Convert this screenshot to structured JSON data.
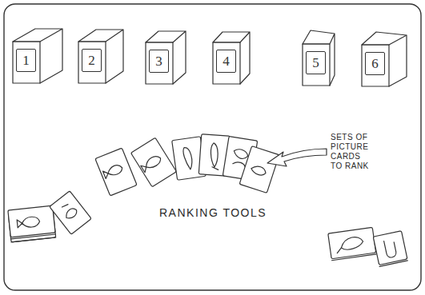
{
  "diagram": {
    "caption": "RANKING TOOLS",
    "nodes": [
      {
        "text": [
          "1"
        ]
      },
      {
        "text": [
          "2"
        ]
      },
      {
        "text": [
          "3"
        ]
      },
      {
        "text": [
          "4"
        ]
      },
      {
        "text": [
          "5"
        ]
      },
      {
        "text": [
          "6"
        ]
      }
    ],
    "labels": [
      "SETS OF PICTURE CARDS TO RANK"
    ]
  }
}
